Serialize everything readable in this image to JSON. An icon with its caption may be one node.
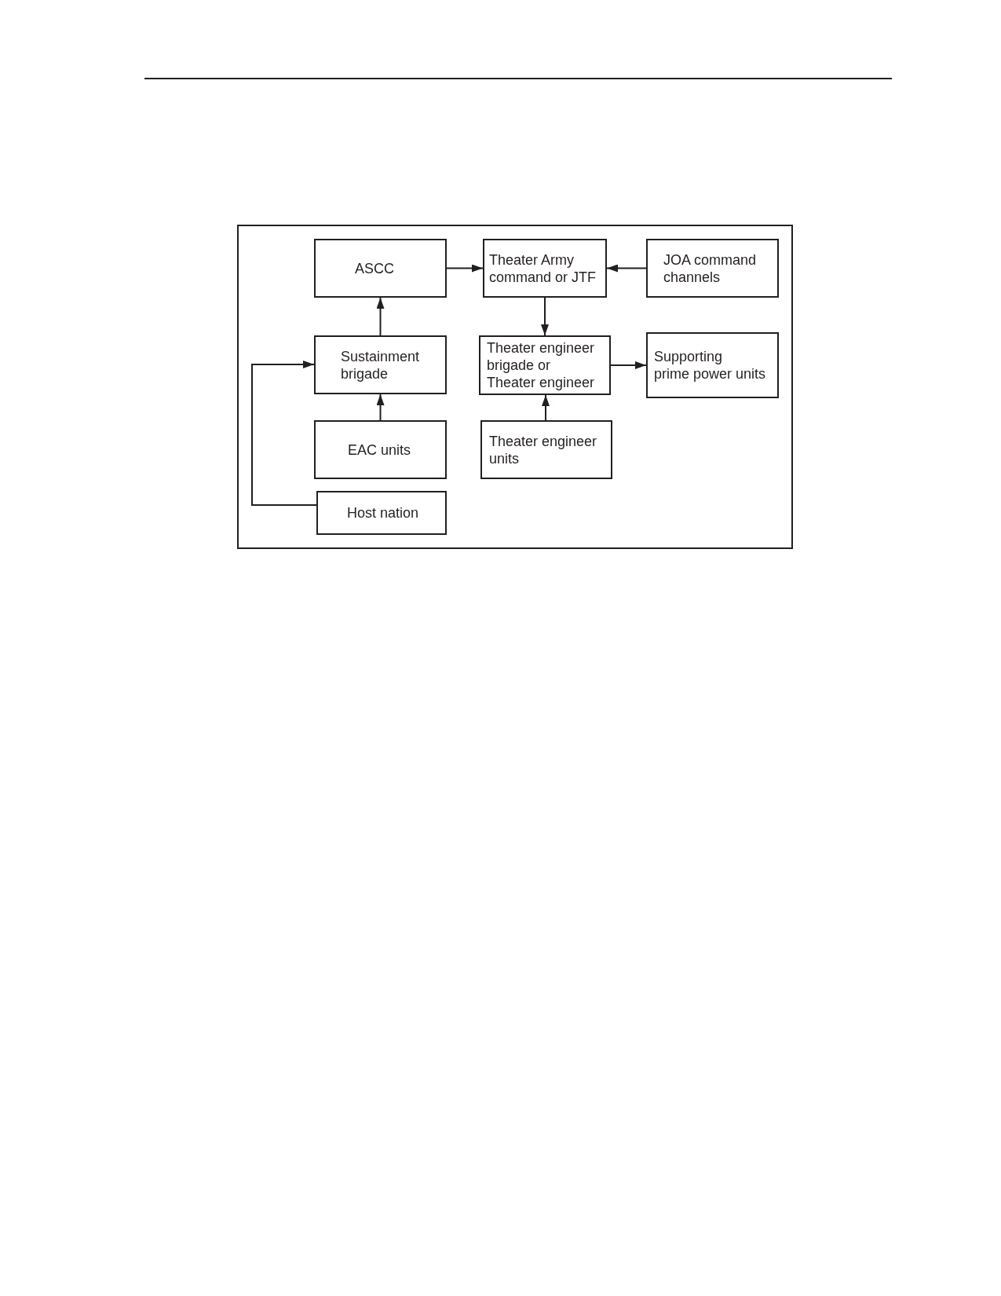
{
  "diagram": {
    "nodes": [
      {
        "text": [
          "ASCC"
        ]
      },
      {
        "text": [
          "Theater Army command or JTF"
        ]
      },
      {
        "text": [
          "JOA command channels"
        ]
      },
      {
        "text": [
          "Sustainment brigade"
        ]
      },
      {
        "text": [
          "Theater engineer brigade or Theater engineer"
        ]
      },
      {
        "text": [
          "Supporting prime power units"
        ]
      },
      {
        "text": [
          "EAC units"
        ]
      },
      {
        "text": [
          "Theater engineer units"
        ]
      },
      {
        "text": [
          "Host nation"
        ]
      }
    ],
    "edges": [
      {
        "from": 0,
        "to": 1,
        "arrow": "to"
      },
      {
        "from": 2,
        "to": 1,
        "arrow": "to"
      },
      {
        "from": 3,
        "to": 0,
        "arrow": "to"
      },
      {
        "from": 1,
        "to": 4,
        "arrow": "to"
      },
      {
        "from": 4,
        "to": 5,
        "arrow": "to"
      },
      {
        "from": 6,
        "to": 3,
        "arrow": "to"
      },
      {
        "from": 7,
        "to": 4,
        "arrow": "to"
      },
      {
        "from": 8,
        "to": 3,
        "arrow": "to"
      }
    ]
  }
}
